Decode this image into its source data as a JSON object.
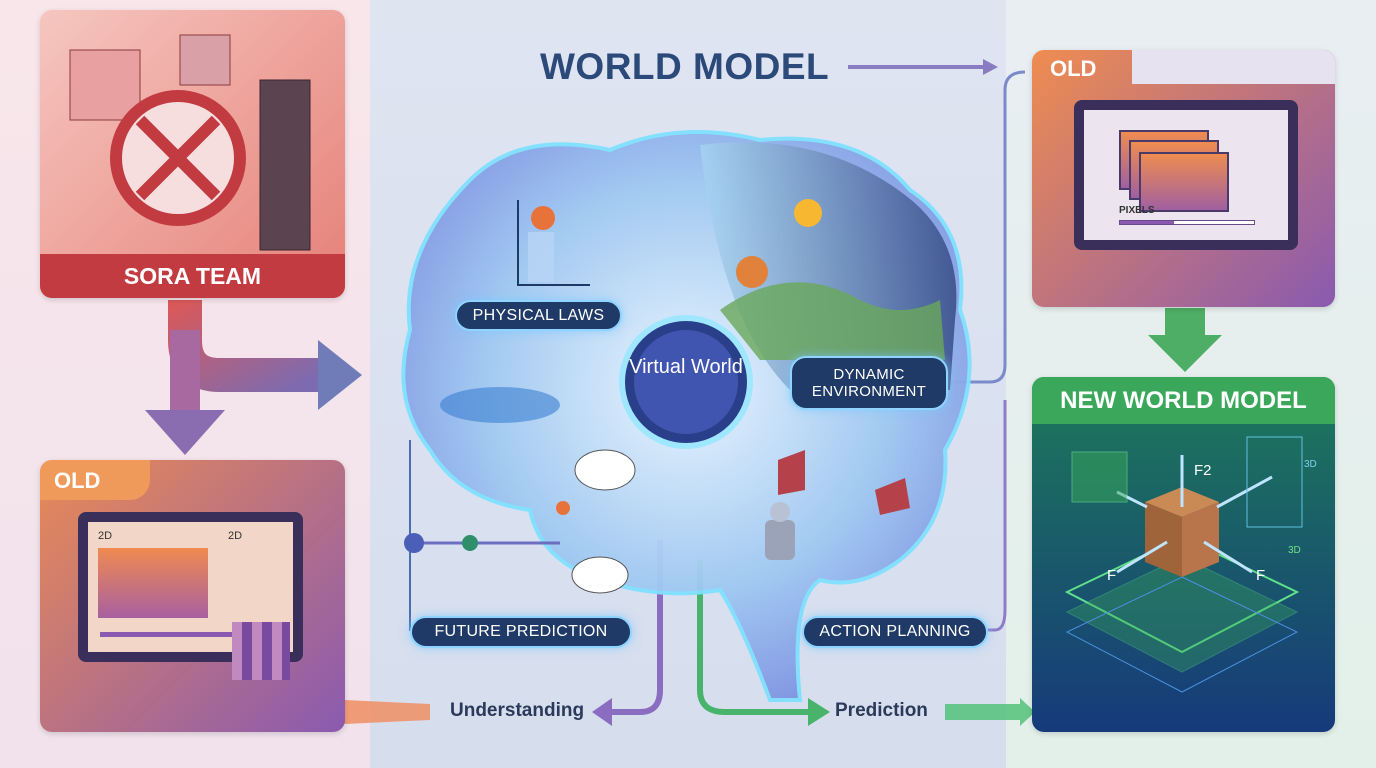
{
  "title": "WORLD MODEL",
  "sora_panel": {
    "label": "SORA TEAM"
  },
  "old_left_panel": {
    "tab": "OLD",
    "screen_labels": [
      "2D",
      "2D"
    ]
  },
  "old_right_panel": {
    "tab": "OLD",
    "screen_label": "PIXELS"
  },
  "new_panel": {
    "header": "NEW WORLD MODEL",
    "labels": [
      "F2",
      "F",
      "F",
      "3D",
      "3D"
    ]
  },
  "brain": {
    "center": "Virtual World",
    "regions": [
      "PHYSICAL LAWS",
      "DYNAMIC ENVIRONMENT",
      "FUTURE PREDICTION",
      "ACTION PLANNING"
    ]
  },
  "flows": {
    "understanding": "Understanding",
    "prediction": "Prediction"
  },
  "colors": {
    "sora_red": "#c23b41",
    "navy": "#1f3a66",
    "green": "#3aa75a",
    "title": "#2b4a7a"
  }
}
